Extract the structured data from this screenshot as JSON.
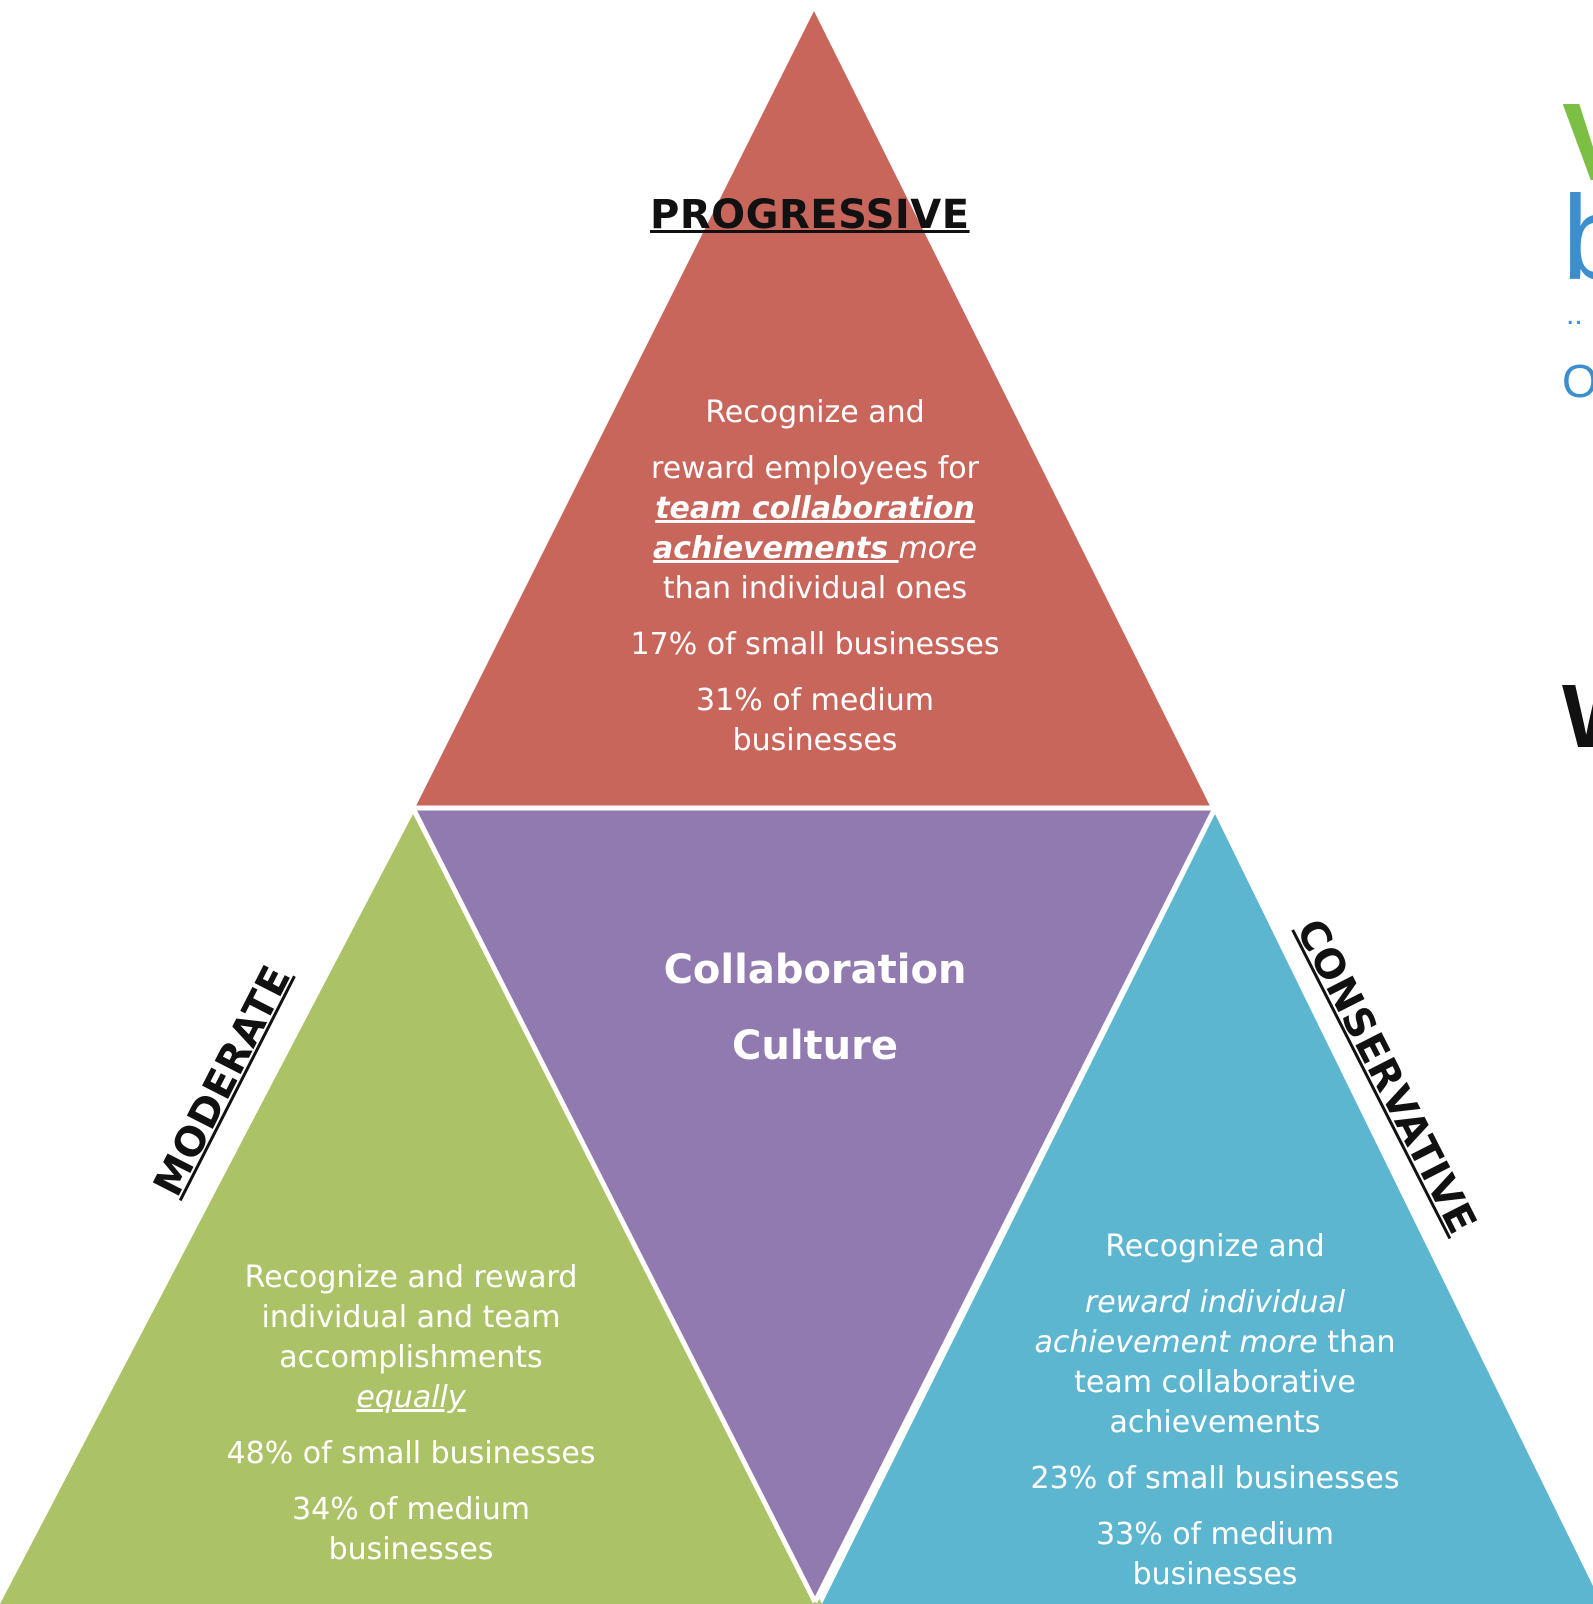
{
  "diagram": {
    "center": {
      "title_line1": "Collaboration",
      "title_line2": "Culture"
    },
    "progressive": {
      "label": "PROGRESSIVE",
      "line1": "Recognize and",
      "line2": "reward employees for",
      "line3": "team collaboration",
      "line4a": "achievements ",
      "line4b": "more",
      "line5": "than individual ones",
      "stat_small": "17% of small businesses",
      "stat_medium_1": "31% of medium",
      "stat_medium_2": "businesses",
      "color": "#c9665c"
    },
    "moderate": {
      "label": "MODERATE",
      "line1": "Recognize and reward",
      "line2": "individual and team",
      "line3": "accomplishments",
      "line4": "equally",
      "stat_small": "48% of small businesses",
      "stat_medium_1": "34% of medium",
      "stat_medium_2": "businesses",
      "color": "#acc267"
    },
    "conservative": {
      "label": "CONSERVATIVE",
      "line1": "Recognize and",
      "line2": "reward individual",
      "line3a": "achievement more",
      "line3b": " than",
      "line4": "team collaborative",
      "line5": "achievements",
      "stat_small": "23% of small businesses",
      "stat_medium_1": "33% of medium",
      "stat_medium_2": "businesses",
      "color": "#5db6cf"
    },
    "center_color": "#917aaf"
  },
  "logo": {
    "frag_green": "V",
    "frag_blue": "b",
    "frag_dots": "..",
    "frag_o": "O",
    "frag_black": "W",
    "colors": {
      "green": "#7cbf45",
      "blue": "#3b8fcf",
      "black": "#111111"
    }
  }
}
